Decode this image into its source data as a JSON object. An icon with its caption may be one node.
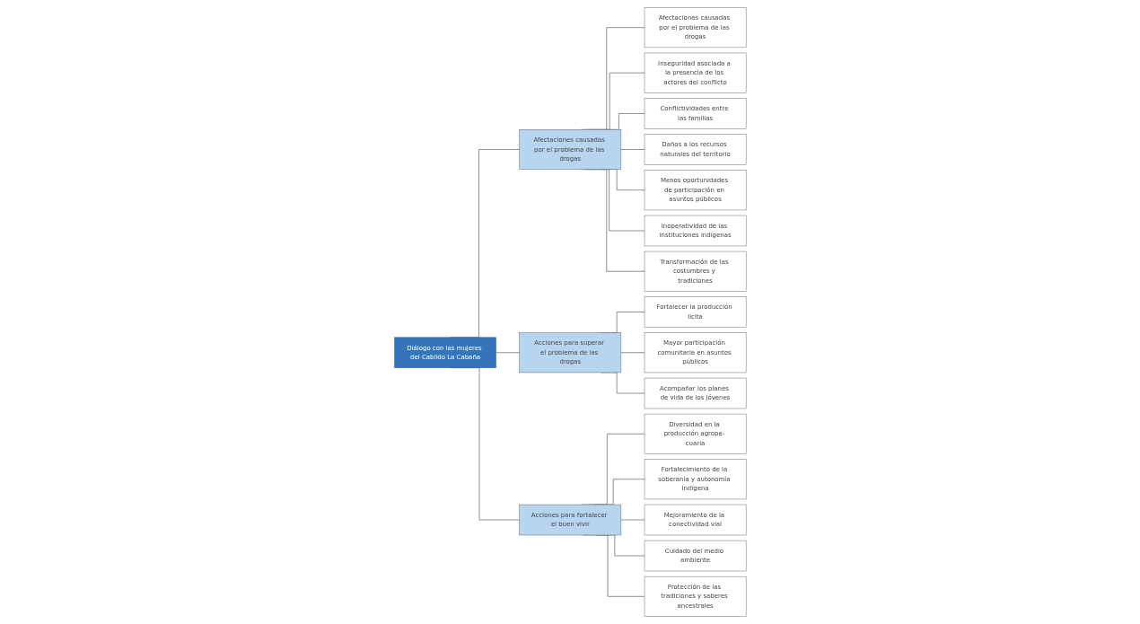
{
  "diagram": {
    "nodes": [
      {
        "text": [
          "Diálogo con las mujeres del Cabildo La Cabaña"
        ]
      },
      {
        "text": [
          "Afectaciones causadas por el problema de las drogas"
        ]
      },
      {
        "text": [
          "Afectaciones causadas por el problema de las drogas"
        ]
      },
      {
        "text": [
          "Inseguridad asociada a la presencia de los actores del conflicto"
        ]
      },
      {
        "text": [
          "Conflictividades entre las familias"
        ]
      },
      {
        "text": [
          "Daños a los recursos naturales del territorio"
        ]
      },
      {
        "text": [
          "Menos oportunidades de participación en asuntos públicos"
        ]
      },
      {
        "text": [
          "Inoperatividad de las instituciones indígenas"
        ]
      },
      {
        "text": [
          "Transformación de las costumbres y tradiciones"
        ]
      },
      {
        "text": [
          "Acciones para superar el problema de las drogas"
        ]
      },
      {
        "text": [
          "Fortalecer la producción lícita"
        ]
      },
      {
        "text": [
          "Mayor participación comunitaria en asuntos públicos"
        ]
      },
      {
        "text": [
          "Acompañar los planes de vida de los jóvenes"
        ]
      },
      {
        "text": [
          "Acciones para fortalecer el buen vivir"
        ]
      },
      {
        "text": [
          "Diversidad en la producción agrope- cuaria"
        ]
      },
      {
        "text": [
          "Fortalecimiento de la soberanía y autonomía indígena"
        ]
      },
      {
        "text": [
          "Mejoramiento de la conectividad vial"
        ]
      },
      {
        "text": [
          "Cuidado del medio ambiente"
        ]
      },
      {
        "text": [
          "Protección de las tradiciones y saberes ancestrales"
        ]
      }
    ],
    "edges": [
      {
        "from": 0,
        "to": 1,
        "arrow": "none"
      },
      {
        "from": 0,
        "to": 9,
        "arrow": "none"
      },
      {
        "from": 0,
        "to": 13,
        "arrow": "none"
      },
      {
        "from": 1,
        "to": 2,
        "arrow": "none"
      },
      {
        "from": 1,
        "to": 3,
        "arrow": "none"
      },
      {
        "from": 1,
        "to": 4,
        "arrow": "none"
      },
      {
        "from": 1,
        "to": 5,
        "arrow": "none"
      },
      {
        "from": 1,
        "to": 6,
        "arrow": "none"
      },
      {
        "from": 1,
        "to": 7,
        "arrow": "none"
      },
      {
        "from": 1,
        "to": 8,
        "arrow": "none"
      },
      {
        "from": 9,
        "to": 10,
        "arrow": "none"
      },
      {
        "from": 9,
        "to": 11,
        "arrow": "none"
      },
      {
        "from": 9,
        "to": 12,
        "arrow": "none"
      },
      {
        "from": 13,
        "to": 14,
        "arrow": "none"
      },
      {
        "from": 13,
        "to": 15,
        "arrow": "none"
      },
      {
        "from": 13,
        "to": 16,
        "arrow": "none"
      },
      {
        "from": 13,
        "to": 17,
        "arrow": "none"
      },
      {
        "from": 13,
        "to": 18,
        "arrow": "none"
      }
    ]
  }
}
